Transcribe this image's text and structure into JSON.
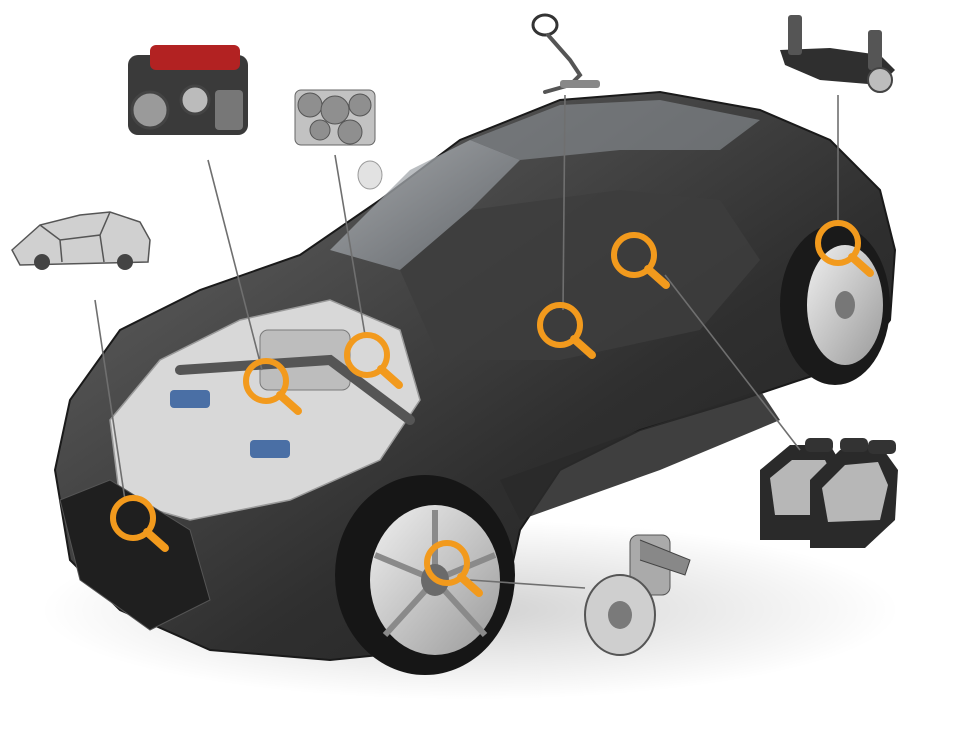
{
  "colors": {
    "hotspot_accent": "#f29a1d",
    "leader_line": "#6f6f6f",
    "body_dark": "#2b2b2b",
    "body_mid": "#5a5a5a",
    "glass": "#9aa0a6",
    "chassis_light": "#dcdcdc",
    "tire": "#1a1a1a",
    "rim": "#c9c9c9"
  },
  "components": [
    {
      "id": "body-frame",
      "icon": "car-body-frame-icon"
    },
    {
      "id": "engine",
      "icon": "engine-icon"
    },
    {
      "id": "gearbox",
      "icon": "gearbox-icon"
    },
    {
      "id": "steering",
      "icon": "steering-wheel-icon"
    },
    {
      "id": "rear-suspension",
      "icon": "rear-axle-icon"
    },
    {
      "id": "seats",
      "icon": "car-seat-icon"
    },
    {
      "id": "brake-suspension",
      "icon": "brake-disc-icon"
    }
  ],
  "hotspots": [
    {
      "id": "front",
      "icon": "magnifier-icon"
    },
    {
      "id": "engine-bay",
      "icon": "magnifier-icon"
    },
    {
      "id": "gearbox-area",
      "icon": "magnifier-icon"
    },
    {
      "id": "cabin-center",
      "icon": "magnifier-icon"
    },
    {
      "id": "cabin-seat",
      "icon": "magnifier-icon"
    },
    {
      "id": "rear-wheel",
      "icon": "magnifier-icon"
    },
    {
      "id": "front-wheel",
      "icon": "magnifier-icon"
    }
  ]
}
